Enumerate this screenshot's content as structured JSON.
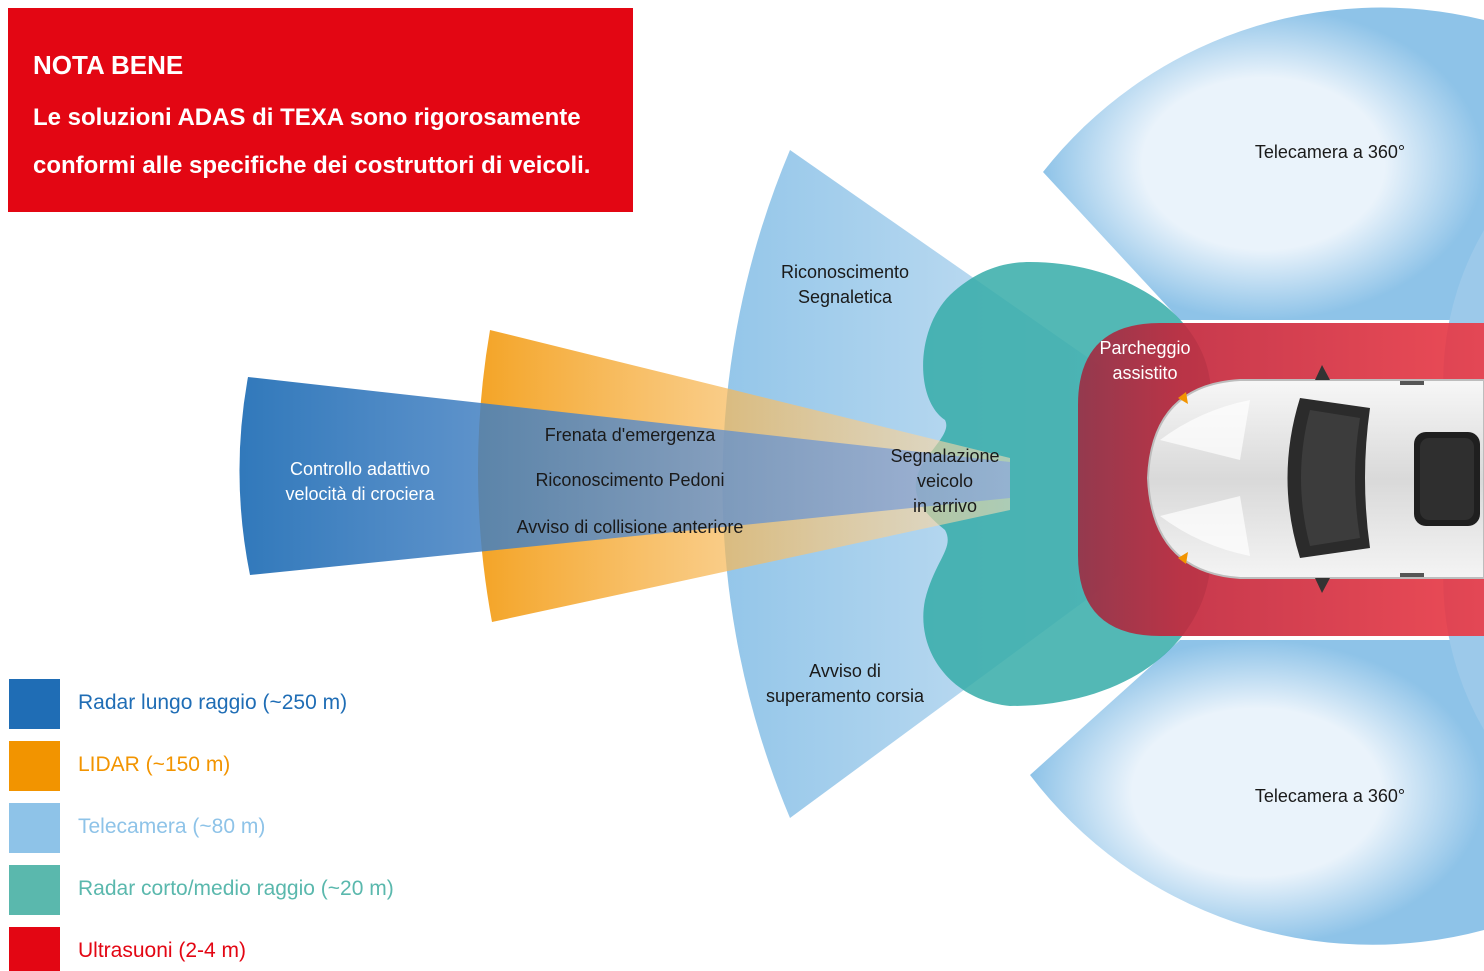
{
  "note": {
    "title": "NOTA BENE",
    "text": "Le soluzioni ADAS di TEXA sono rigorosamente conformi alle specifiche dei costruttori di veicoli."
  },
  "diagram_labels": {
    "acc": "Controllo adattivo\nvelocità di crociera",
    "emergency_braking": "Frenata d'emergenza",
    "pedestrian_recognition": "Riconoscimento Pedoni",
    "forward_collision": "Avviso di collisione anteriore",
    "sign_recognition": "Riconoscimento\nSegnaletica",
    "lane_departure": "Avviso di\nsuperamento corsia",
    "oncoming_vehicle": "Segnalazione\nveicolo\nin arrivo",
    "park_assist": "Parcheggio\nassistito",
    "camera_360_top": "Telecamera a 360°",
    "camera_360_bottom": "Telecamera a 360°"
  },
  "legend": [
    {
      "label": "Radar lungo raggio (~250 m)",
      "color": "#1f6db5"
    },
    {
      "label": "LIDAR (~150 m)",
      "color": "#f29400"
    },
    {
      "label": "Telecamera (~80 m)",
      "color": "#8ec3e8"
    },
    {
      "label": "Radar corto/medio raggio (~20 m)",
      "color": "#5ab8ad"
    },
    {
      "label": "Ultrasuoni (2-4 m)",
      "color": "#e30613"
    }
  ]
}
